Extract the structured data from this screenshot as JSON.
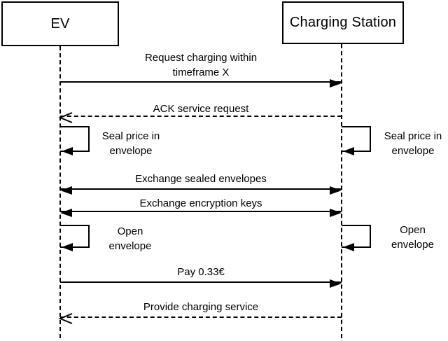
{
  "diagram": {
    "type": "sequence-diagram",
    "colors": {
      "line": "#000000",
      "background": "#ffffff",
      "text": "#000000"
    },
    "actors": [
      {
        "id": "ev",
        "label": "EV"
      },
      {
        "id": "cs",
        "label": "Charging Station"
      }
    ],
    "messages": [
      {
        "lines": [
          "Request charging within",
          "timeframe X"
        ],
        "style": "solid",
        "direction": "ev-to-cs"
      },
      {
        "label": "ACK service request",
        "style": "dashed",
        "direction": "cs-to-ev"
      },
      {
        "lines": [
          "Seal price in",
          "envelope"
        ],
        "style": "self",
        "actor": "EV"
      },
      {
        "lines": [
          "Seal price in",
          "envelope"
        ],
        "style": "self",
        "actor": "Charging Station"
      },
      {
        "label": "Exchange sealed envelopes",
        "style": "solid",
        "direction": "both"
      },
      {
        "label": "Exchange encryption keys",
        "style": "solid",
        "direction": "both"
      },
      {
        "lines": [
          "Open",
          "envelope"
        ],
        "style": "self",
        "actor": "EV"
      },
      {
        "lines": [
          "Open",
          "envelope"
        ],
        "style": "self",
        "actor": "Charging Station"
      },
      {
        "label": "Pay 0.33€",
        "style": "solid",
        "direction": "ev-to-cs"
      },
      {
        "label": "Provide charging service",
        "style": "dashed",
        "direction": "cs-to-ev"
      }
    ]
  }
}
